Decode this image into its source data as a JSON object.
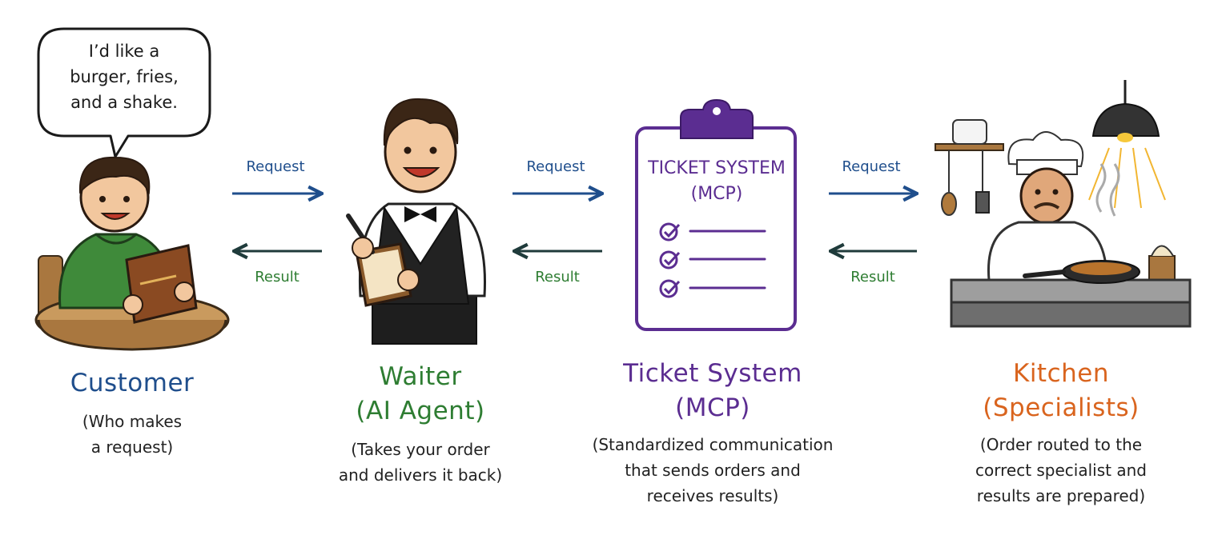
{
  "speech_bubble": {
    "lines": [
      "I’d like a",
      "burger, fries,",
      "and a shake."
    ]
  },
  "flow": {
    "request": "Request",
    "result": "Result"
  },
  "ticket": {
    "header_lines": [
      "TICKET SYSTEM",
      "(MCP)"
    ]
  },
  "nodes": [
    {
      "title_lines": [
        "Customer"
      ],
      "desc_lines": [
        "(Who makes",
        "a request)"
      ]
    },
    {
      "title_lines": [
        "Waiter",
        "(AI Agent)"
      ],
      "desc_lines": [
        "(Takes your order",
        "and delivers it back)"
      ]
    },
    {
      "title_lines": [
        "Ticket System",
        "(MCP)"
      ],
      "desc_lines": [
        "(Standardized communication",
        "that sends orders and",
        "receives results)"
      ]
    },
    {
      "title_lines": [
        "Kitchen",
        "(Specialists)"
      ],
      "desc_lines": [
        "(Order routed to the",
        "correct specialist and",
        "results are prepared)"
      ]
    }
  ],
  "colors": {
    "customer": "#1f4e8c",
    "waiter": "#2e7d32",
    "ticket": "#5b2d91",
    "kitchen": "#d9641e",
    "request_arrow": "#1f4e8c",
    "result_arrow": "#1f3b3b",
    "result_label": "#2e7d32"
  }
}
